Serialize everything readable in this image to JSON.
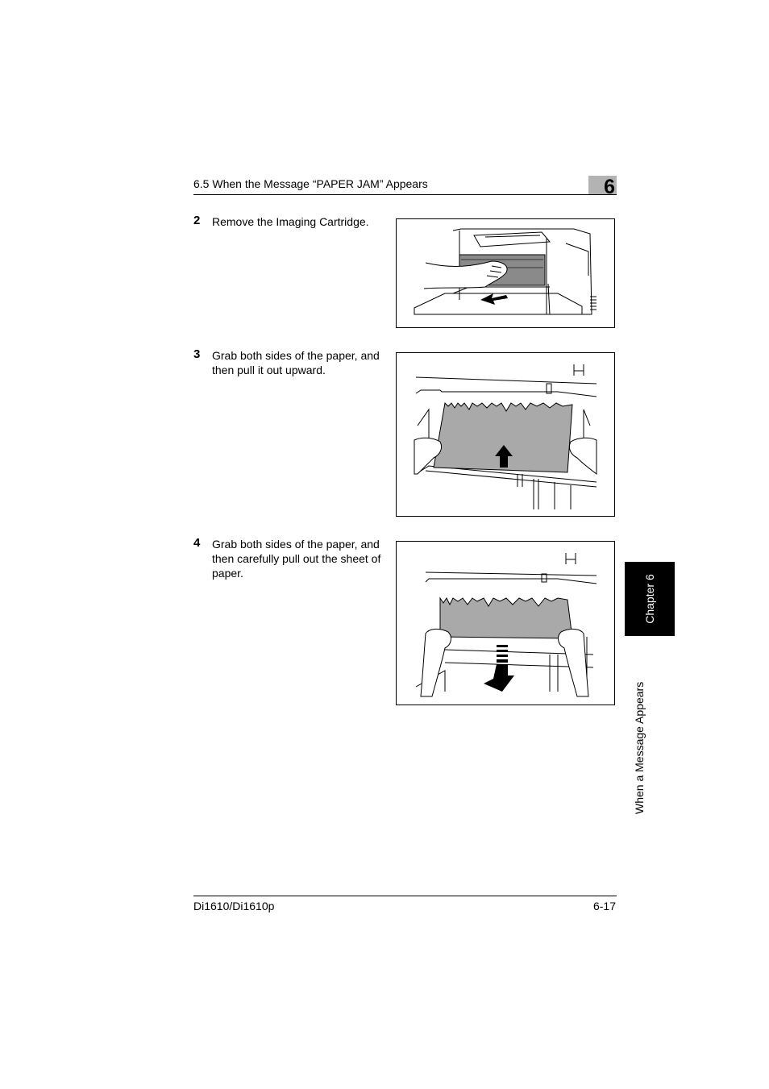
{
  "header": {
    "section_title": "6.5 When the Message “PAPER JAM” Appears",
    "chapter_number": "6"
  },
  "steps": [
    {
      "number": "2",
      "text": "Remove the Imaging Cartridge."
    },
    {
      "number": "3",
      "text": "Grab both sides of the paper, and then pull it out upward."
    },
    {
      "number": "4",
      "text": "Grab both sides of the paper, and then carefully pull out the sheet of paper."
    }
  ],
  "side_tab": {
    "chapter_label": "Chapter 6",
    "section_label": "When a Message Appears"
  },
  "footer": {
    "model": "Di1610/Di1610p",
    "page": "6-17"
  },
  "colors": {
    "chapter_box": "#b3b3b3",
    "paper_fill": "#a9a9a9",
    "tab_background": "#000000"
  }
}
